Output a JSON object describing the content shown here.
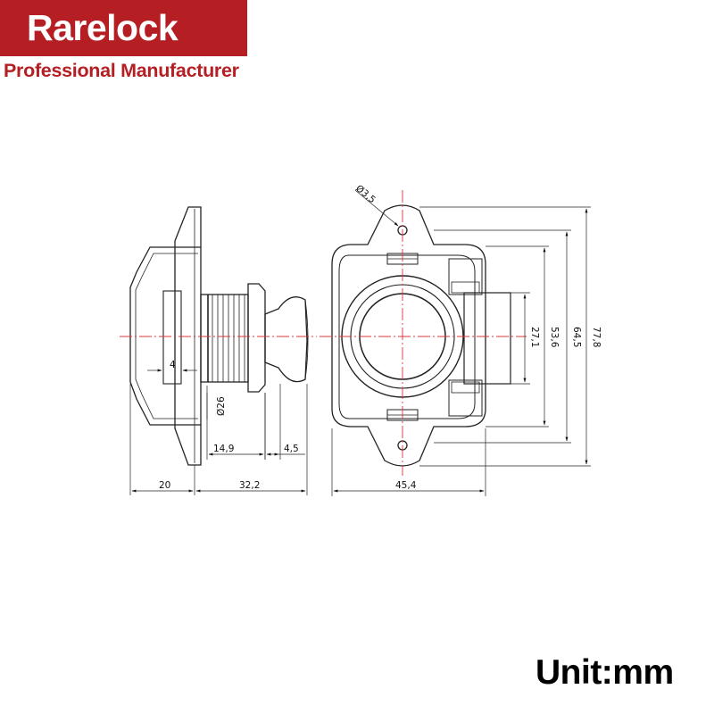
{
  "brand": {
    "name": "Rarelock",
    "tagline": "Professional Manufacturer",
    "color": "#b51f24"
  },
  "drawing": {
    "side_view": {
      "dim_width": "4",
      "dim_diameter": "Ø26",
      "dim_14_9": "14,9",
      "dim_4_5": "4,5",
      "dim_20": "20",
      "dim_32_2": "32,2"
    },
    "front_view": {
      "dim_hole": "Ø3,5",
      "dim_45_4": "45,4",
      "dim_27_1": "27,1",
      "dim_53_6": "53,6",
      "dim_64_5": "64,5",
      "dim_77_8": "77,8"
    },
    "centerline_color": "#d9363a"
  },
  "unit": "Unit:mm"
}
